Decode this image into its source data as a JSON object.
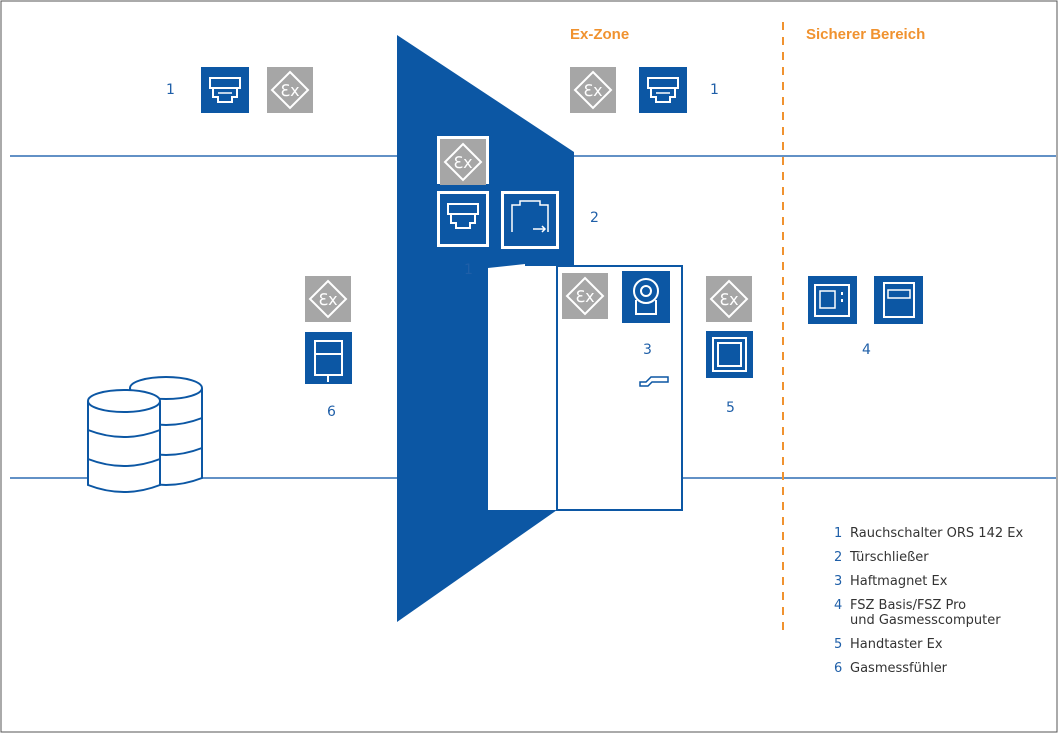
{
  "zones": {
    "ex_zone": "Ex-Zone",
    "safe_area": "Sicherer Bereich"
  },
  "numbers": {
    "smoke_left": "1",
    "smoke_right": "1",
    "smoke_wall": "1",
    "door_closer": "2",
    "hold_magnet": "3",
    "control": "4",
    "button": "5",
    "gas_sensor": "6"
  },
  "legend": [
    {
      "num": "1",
      "text": "Rauchschalter ORS 142 Ex"
    },
    {
      "num": "2",
      "text": "Türschließer"
    },
    {
      "num": "3",
      "text": "Haftmagnet Ex"
    },
    {
      "num": "4",
      "text": "FSZ Basis/FSZ Pro\nund Gasmesscomputer"
    },
    {
      "num": "5",
      "text": "Handtaster Ex"
    },
    {
      "num": "6",
      "text": "Gasmessfühler"
    }
  ],
  "colors": {
    "primary": "#0c57a4",
    "ex_grey": "#a6a6a6",
    "accent": "#f0922f",
    "line": "#2e6db4"
  }
}
